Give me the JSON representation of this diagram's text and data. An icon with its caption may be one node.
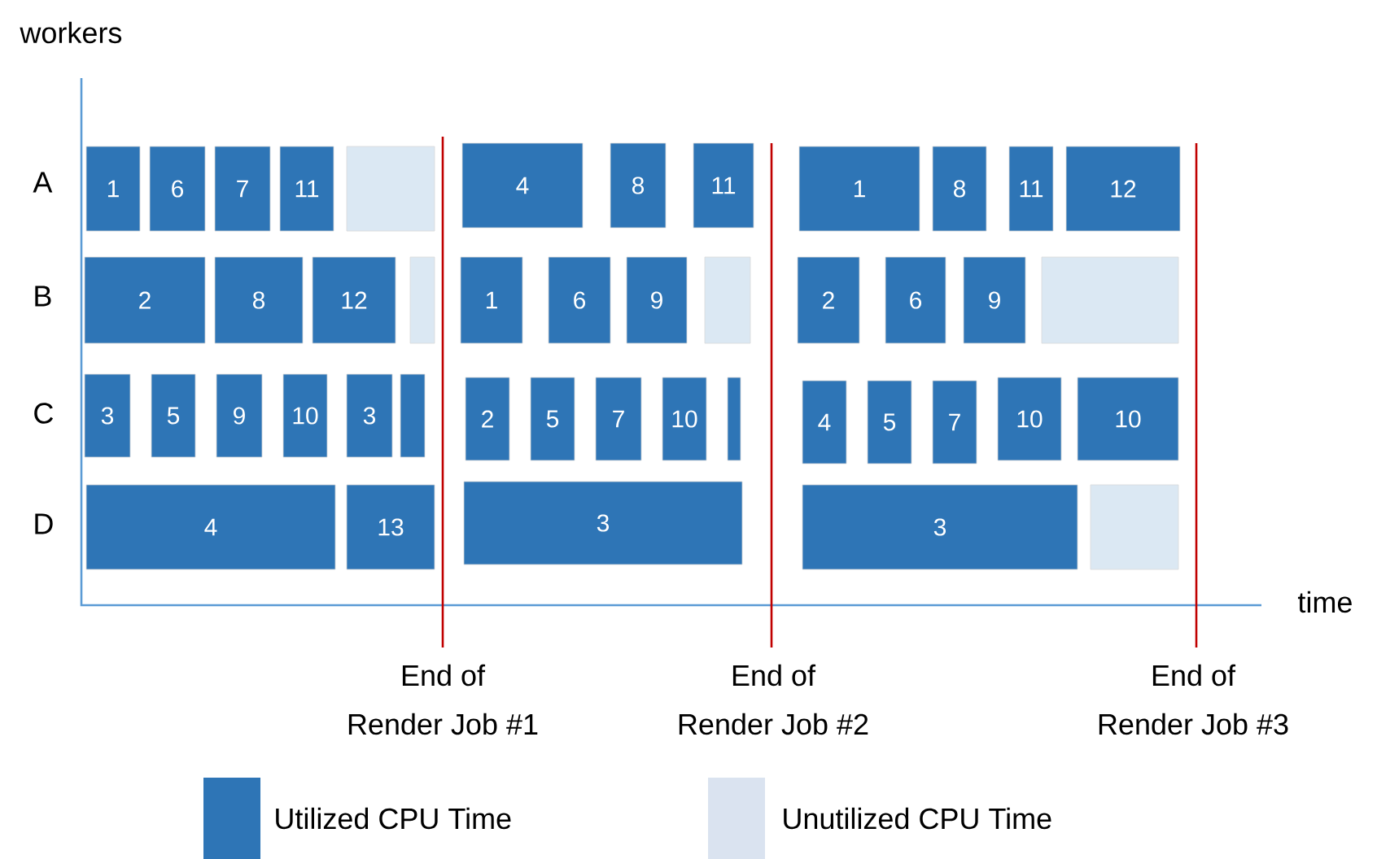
{
  "diagram": {
    "nodes": [
      {
        "text": [
          "1"
        ]
      },
      {
        "text": [
          "6"
        ]
      },
      {
        "text": [
          "7"
        ]
      },
      {
        "text": [
          "11"
        ]
      },
      {
        "text": [],
        "shape": "box"
      },
      {
        "text": [
          "4"
        ]
      },
      {
        "text": [
          "8"
        ]
      },
      {
        "text": [
          "11"
        ]
      },
      {
        "text": [
          "1"
        ]
      },
      {
        "text": [
          "8"
        ]
      },
      {
        "text": [
          "11"
        ]
      },
      {
        "text": [
          "12"
        ]
      },
      {
        "text": [
          "2"
        ]
      },
      {
        "text": [
          "8"
        ]
      },
      {
        "text": [
          "12"
        ]
      },
      {
        "text": [],
        "shape": "box"
      },
      {
        "text": [
          "1"
        ]
      },
      {
        "text": [
          "6"
        ]
      },
      {
        "text": [
          "9"
        ]
      },
      {
        "text": [],
        "shape": "box"
      },
      {
        "text": [
          "2"
        ]
      },
      {
        "text": [
          "6"
        ]
      },
      {
        "text": [
          "9"
        ]
      },
      {
        "text": [],
        "shape": "box"
      },
      {
        "text": [
          "3"
        ]
      },
      {
        "text": [
          "5"
        ]
      },
      {
        "text": [
          "9"
        ]
      },
      {
        "text": [
          "10"
        ]
      },
      {
        "text": [
          "3"
        ]
      },
      {
        "text": [],
        "shape": "box"
      },
      {
        "text": [
          "2"
        ]
      },
      {
        "text": [
          "5"
        ]
      },
      {
        "text": [
          "7"
        ]
      },
      {
        "text": [
          "10"
        ]
      },
      {
        "text": [],
        "shape": "box"
      },
      {
        "text": [
          "4"
        ]
      },
      {
        "text": [
          "5"
        ]
      },
      {
        "text": [
          "7"
        ]
      },
      {
        "text": [
          "10"
        ]
      },
      {
        "text": [
          "10"
        ]
      },
      {
        "text": [
          "4"
        ]
      },
      {
        "text": [
          "13"
        ]
      },
      {
        "text": [
          "3"
        ]
      },
      {
        "text": [
          "3"
        ]
      },
      {
        "text": [],
        "shape": "box"
      }
    ],
    "labels": [
      "workers",
      "A",
      "B",
      "C",
      "D",
      "time",
      "End of Render Job #1",
      "End of Render Job #2",
      "End of Render Job #3"
    ],
    "legend": [
      {
        "text": "Utilized CPU Time",
        "color": "#2e75b6"
      },
      {
        "text": "Unutilized CPU Time",
        "color": "#dae3f0"
      }
    ]
  }
}
